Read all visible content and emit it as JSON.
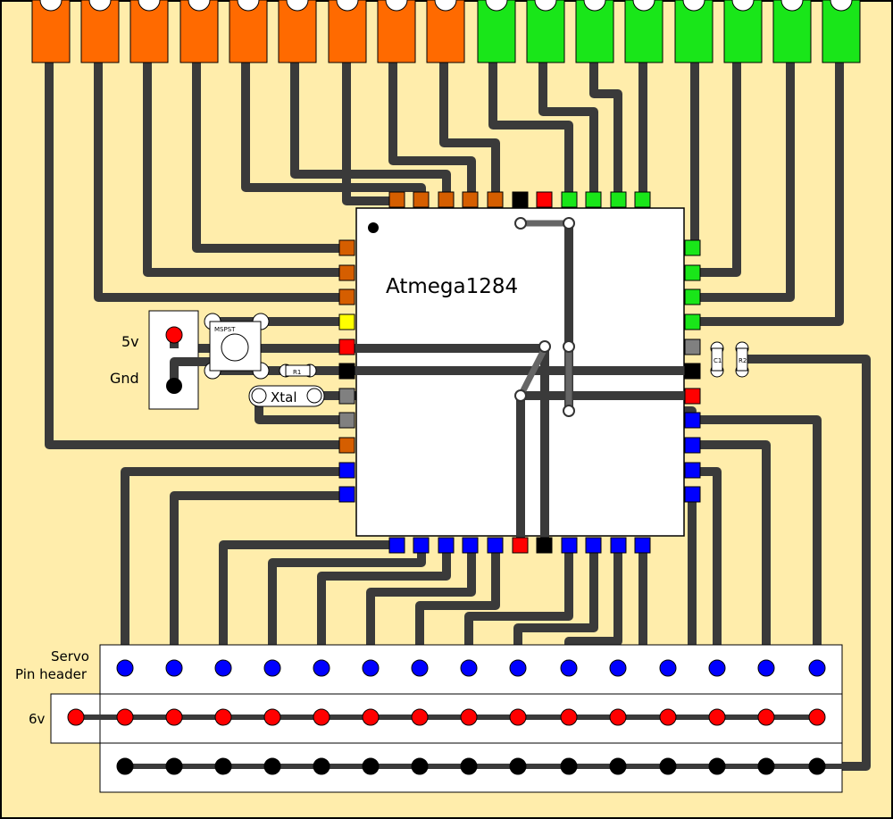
{
  "chip": {
    "label": "Atmega1284"
  },
  "power": {
    "vcc_label": "5v",
    "gnd_label": "Gnd"
  },
  "switch": {
    "label": "MSPST"
  },
  "crystal": {
    "label": "Xtal"
  },
  "resistor_r1": {
    "label": "R1"
  },
  "capacitor_c1": {
    "label": "C1"
  },
  "resistor_r2": {
    "label": "R2"
  },
  "servo_header": {
    "title_line1": "Servo",
    "title_line2": "Pin header",
    "rail_label": "6v"
  },
  "colors": {
    "board": "#FFEDAB",
    "trace": "#3A3A3A",
    "orange": "#FF6A00",
    "orange_pad": "#D55E00",
    "green": "#19E619",
    "blue": "#0000FF",
    "red": "#FF0000",
    "yellow": "#FFFF00",
    "black": "#000000",
    "gray": "#808080"
  }
}
